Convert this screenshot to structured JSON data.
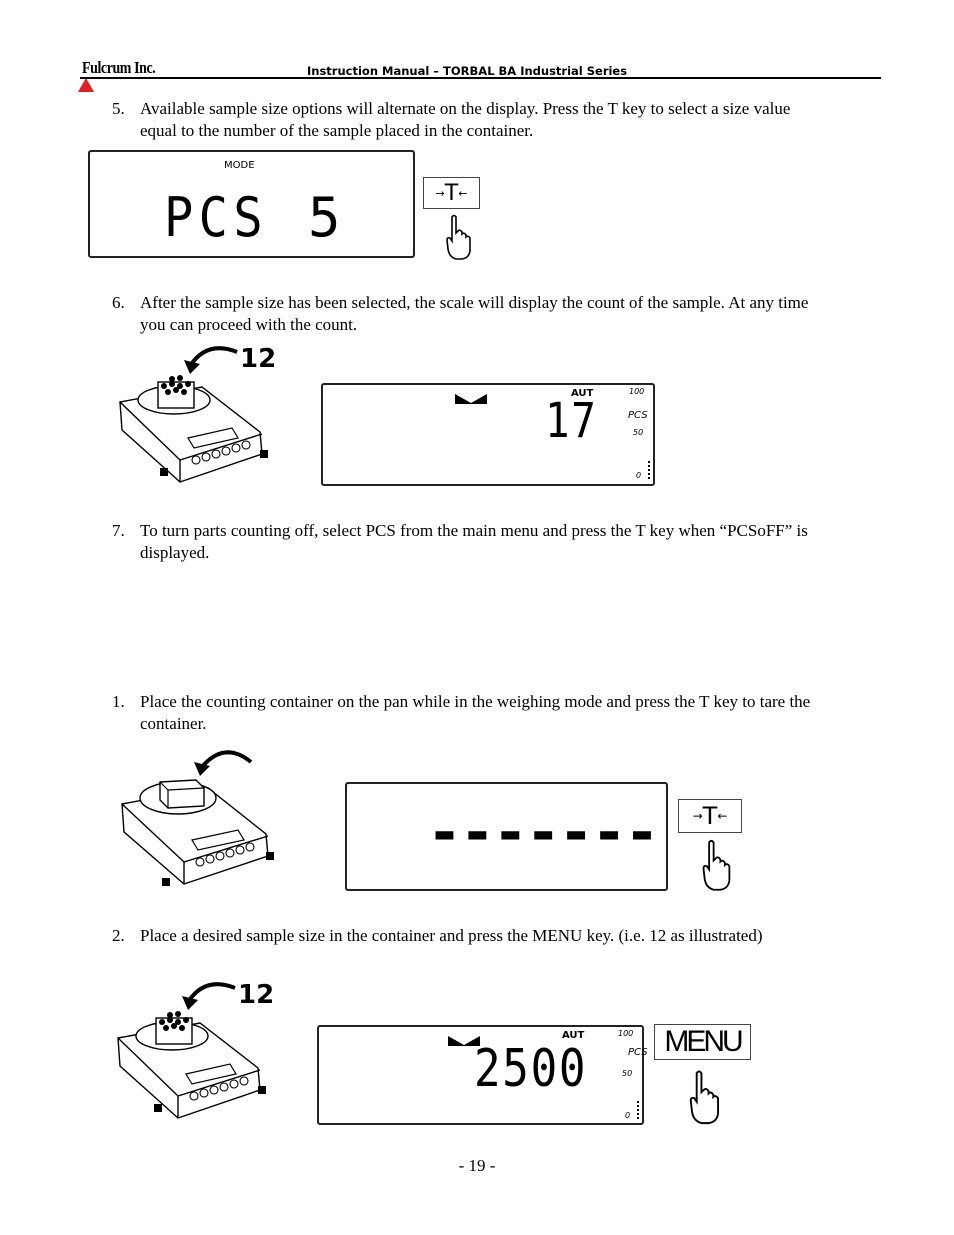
{
  "header": {
    "logo": "Fulcrum Inc.",
    "title": "Instruction Manual – TORBAL BA Industrial Series"
  },
  "steps": [
    {
      "num": "5.",
      "line1": "Available sample size options will alternate on the display. Press the T key to select a size value",
      "line2": "equal to the number of the sample placed in the container."
    },
    {
      "num": "6.",
      "line1": "After the sample size has been selected, the scale will display the count of the sample. At any time",
      "line2": "you can proceed with the count."
    },
    {
      "num": "7.",
      "line1": "To turn parts counting off, select PCS from the main menu and press the T key when “PCSoFF” is",
      "line2": "displayed."
    },
    {
      "num": "1.",
      "line1": "Place the counting container on the pan while in the weighing mode and press the T key to tare the",
      "line2": "container."
    },
    {
      "num": "2.",
      "line1": "Place a desired sample size in the container and press the MENU key. (i.e. 12 as illustrated)",
      "line2": ""
    }
  ],
  "displays": {
    "d1": {
      "mode_label": "MODE",
      "main": "PCS",
      "value": "5"
    },
    "d2": {
      "aut": "AUT",
      "value": "17",
      "scale_top": "100",
      "pcs": "PCS",
      "scale_mid": "50",
      "scale_bottom": "0"
    },
    "d3": {
      "value": "-------"
    },
    "d4": {
      "aut": "AUT",
      "value": "2500",
      "scale_top": "100",
      "pcs": "PCS",
      "scale_mid": "50",
      "scale_bottom": "0"
    }
  },
  "keys": {
    "tare": "T",
    "menu": "MENU"
  },
  "callouts": {
    "sample_count_a": "12",
    "sample_count_b": "12"
  },
  "footer": {
    "page": "- 19 -"
  }
}
